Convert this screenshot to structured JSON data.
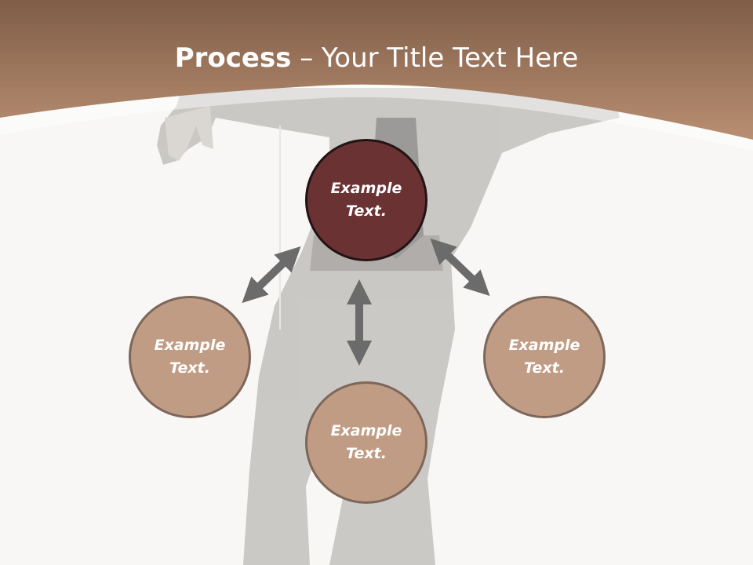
{
  "slide": {
    "title_bold": "Process",
    "title_rest": " – Your Title Text Here"
  },
  "nodes": [
    {
      "id": "center",
      "text": "Example Text."
    },
    {
      "id": "left",
      "text": "Example Text."
    },
    {
      "id": "bottom",
      "text": "Example Text."
    },
    {
      "id": "right",
      "text": "Example Text."
    }
  ],
  "colors": {
    "header_top": "#7f5d47",
    "header_bottom": "#b5896b",
    "center_node": "#6a3233",
    "sub_node": "#c19c84",
    "arrow": "#6b6b6b"
  }
}
